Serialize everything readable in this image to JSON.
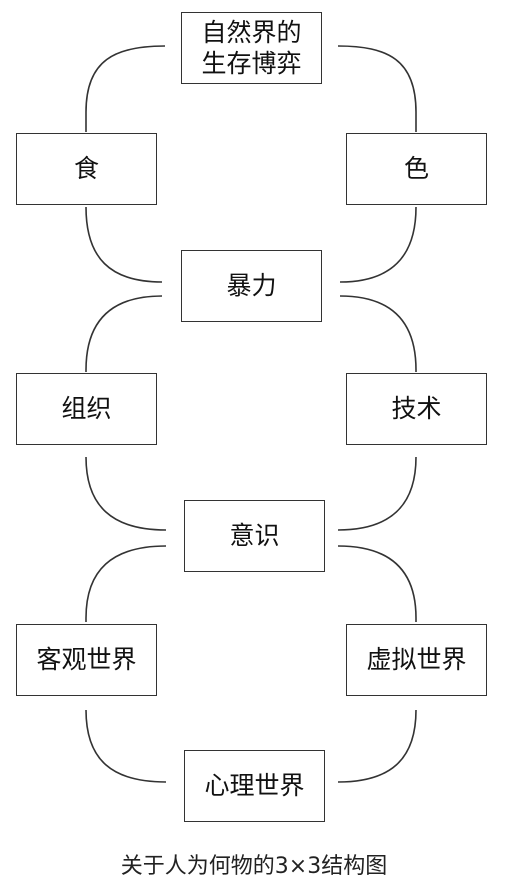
{
  "nodes": {
    "nature_game": {
      "line1": "自然界的",
      "line2": "生存博弈"
    },
    "food": {
      "label": "食"
    },
    "sex": {
      "label": "色"
    },
    "violence": {
      "label": "暴力"
    },
    "organization": {
      "label": "组织"
    },
    "technology": {
      "label": "技术"
    },
    "consciousness": {
      "label": "意识"
    },
    "objective_world": {
      "label": "客观世界"
    },
    "virtual_world": {
      "label": "虚拟世界"
    },
    "mental_world": {
      "label": "心理世界"
    }
  },
  "caption": "关于人为何物的3×3结构图"
}
